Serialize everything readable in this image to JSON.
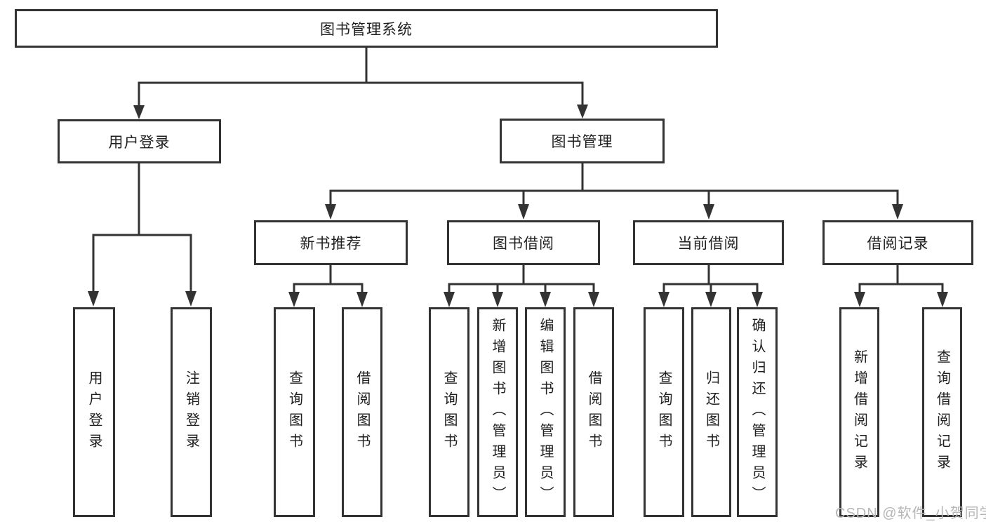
{
  "diagram": {
    "title": "图书管理系统",
    "watermark": "CSDN @软件_小贺同学",
    "colors": {
      "background": "#ffffff",
      "line": "#333333",
      "box_border": "#333333",
      "text": "#1f1f1f",
      "watermark_text": "#b6b6b6"
    },
    "tree": {
      "root": {
        "label": "图书管理系统"
      },
      "branches": [
        {
          "label": "用户登录",
          "children": [
            {
              "label": "用户登录"
            },
            {
              "label": "注销登录"
            }
          ]
        },
        {
          "label": "图书管理",
          "groups": [
            {
              "label": "新书推荐",
              "children": [
                {
                  "label": "查询图书"
                },
                {
                  "label": "借阅图书"
                }
              ]
            },
            {
              "label": "图书借阅",
              "children": [
                {
                  "label": "查询图书"
                },
                {
                  "label": "新增图书（管理员）"
                },
                {
                  "label": "编辑图书（管理员）"
                },
                {
                  "label": "借阅图书"
                }
              ]
            },
            {
              "label": "当前借阅",
              "children": [
                {
                  "label": "查询图书"
                },
                {
                  "label": "归还图书"
                },
                {
                  "label": "确认归还（管理员）"
                }
              ]
            },
            {
              "label": "借阅记录",
              "children": [
                {
                  "label": "新增借阅记录"
                },
                {
                  "label": "查询借阅记录"
                }
              ]
            }
          ]
        }
      ]
    }
  }
}
